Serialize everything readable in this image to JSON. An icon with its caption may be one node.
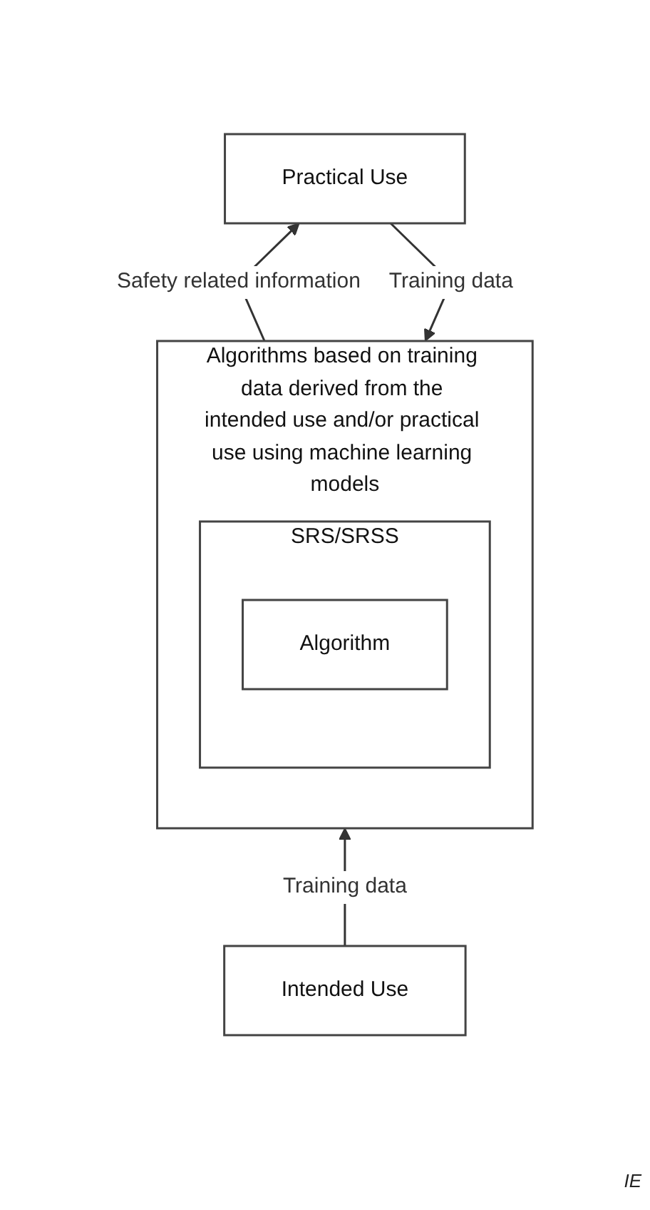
{
  "diagram": {
    "nodes": [
      {
        "text": [
          "Practical Use"
        ]
      },
      {
        "text": [
          "Algorithms based on training data derived from the intended use and/or practical use using machine learning models"
        ]
      },
      {
        "text": [
          "SRS/SRSS"
        ],
        "in": 1
      },
      {
        "text": [
          "Algorithm"
        ],
        "in": 2
      },
      {
        "text": [
          "Intended Use"
        ]
      }
    ],
    "edges": [
      {
        "from": 1,
        "to": 0,
        "arrow": "to",
        "label": "Safety related information"
      },
      {
        "from": 0,
        "to": 1,
        "arrow": "to",
        "label": "Training data"
      },
      {
        "from": 4,
        "to": 1,
        "arrow": "to",
        "label": "Training data"
      }
    ],
    "labels": [
      "IE"
    ]
  }
}
